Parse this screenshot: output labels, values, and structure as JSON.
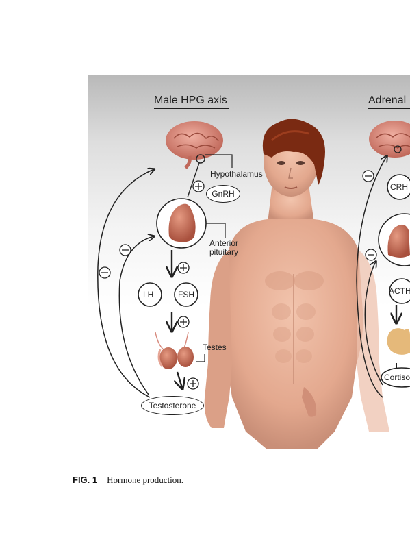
{
  "panel_left": {
    "title": "Male HPG axis",
    "labels": {
      "hypothalamus": "Hypothalamus",
      "gnrh": "GnRH",
      "anterior_pituitary_1": "Anterior",
      "anterior_pituitary_2": "pituitary",
      "lh": "LH",
      "fsh": "FSH",
      "testes": "Testes",
      "testosterone": "Testosterone"
    },
    "signs": {
      "plus": "+",
      "minus": "−"
    }
  },
  "panel_right": {
    "title": "Adrenal",
    "labels": {
      "crh": "CRH",
      "acth": "ACTH",
      "cortisol": "Cortiso"
    }
  },
  "caption": {
    "label": "FIG. 1",
    "text": "Hormone production."
  },
  "colors": {
    "skin": "#e9b29a",
    "skin_shadow": "#c98f78",
    "hair": "#7a2a12",
    "brain": "#d9897a",
    "gland": "#c56a55",
    "line": "#222222"
  }
}
